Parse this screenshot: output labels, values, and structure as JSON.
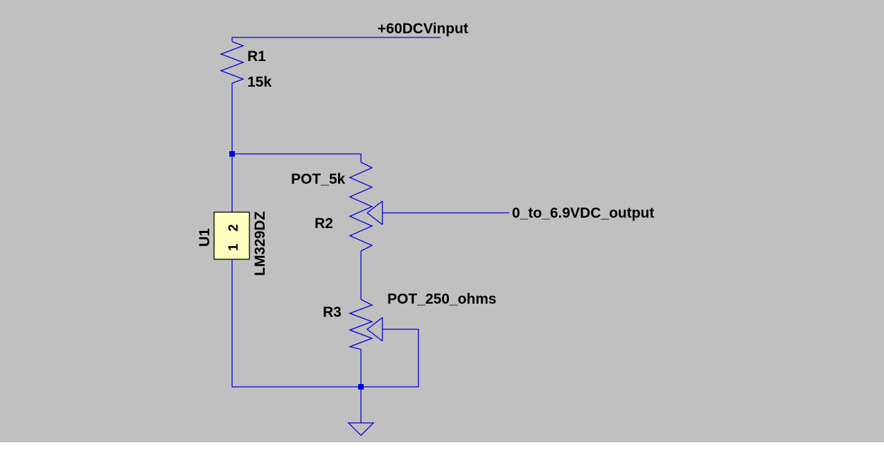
{
  "colors": {
    "background": "#c0c0c0",
    "wire": "#0000d8",
    "junction": "#0000d8",
    "component_body": "#ffffc0",
    "label": "#000000"
  },
  "labels": {
    "input_net": "+60DCVinput",
    "output_net": "0_to_6.9VDC_output",
    "r1_name": "R1",
    "r1_value": "15k",
    "r2_name": "R2",
    "r2_value": "POT_5k",
    "r3_name": "R3",
    "r3_value": "POT_250_ohms",
    "u1_name": "U1",
    "u1_part": "LM329DZ",
    "u1_pin1": "1",
    "u1_pin2": "2"
  },
  "icons": {
    "ground": "ground-icon",
    "resistor": "resistor-icon",
    "potentiometer": "potentiometer-icon",
    "zener": "reference-diode-icon"
  }
}
